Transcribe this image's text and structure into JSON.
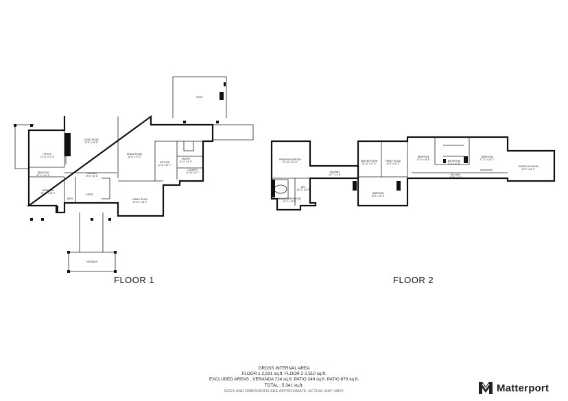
{
  "floors": [
    {
      "title": "FLOOR 1",
      "rooms": [
        {
          "name": "PATIO",
          "dims": ""
        },
        {
          "name": "LIVING ROOM",
          "dims": "22' 6\" x 18' 8\""
        },
        {
          "name": "DINING ROOM",
          "dims": "16' 8\" x 17' 9\""
        },
        {
          "name": "OFFICE",
          "dims": "14' 11\" x 11' 9\""
        },
        {
          "name": "KITCHEN",
          "dims": "12' 8\" x 20' 7\""
        },
        {
          "name": "PANTRY",
          "dims": "8' 11\" x 6' 9\""
        },
        {
          "name": "LAUNDRY",
          "dims": "10' 10\" x 8' 7\""
        },
        {
          "name": "HALLWAY",
          "dims": "29' 5\" x 8' 5\""
        },
        {
          "name": "BEDROOM",
          "dims": "20' 1\" x 10' 4\""
        },
        {
          "name": "BEDROOM",
          "dims": "16' 10\" x 14' 9\""
        },
        {
          "name": "BATH",
          "dims": ""
        },
        {
          "name": "FAMILY ROOM",
          "dims": "20' 10\" x 15' 5\""
        },
        {
          "name": "ENTRY",
          "dims": ""
        },
        {
          "name": "VERANDA",
          "dims": ""
        }
      ]
    },
    {
      "title": "FLOOR 2",
      "rooms": [
        {
          "name": "PRIMARY BEDROOM",
          "dims": "21' 10\" x 17' 8\""
        },
        {
          "name": "HALLWAY",
          "dims": "15' 7\" x 4' 8\""
        },
        {
          "name": "W/C",
          "dims": "16' 11\" x 8' 9\""
        },
        {
          "name": "PRIMARY BATHROOM",
          "dims": "16' 1\" x 12' 8\""
        },
        {
          "name": "SEATING ROOM",
          "dims": "16' 10\" x 17' 5\""
        },
        {
          "name": "FAMILY ROOM",
          "dims": "20' 4\" x 20' 2\""
        },
        {
          "name": "BEDROOM",
          "dims": "14' 9\" x 16' 8\""
        },
        {
          "name": "BEDROOM",
          "dims": "17' 11\" x 14' 7\""
        },
        {
          "name": "BATHROOM",
          "dims": "8' 4\" x 10' 8\""
        },
        {
          "name": "HALLWAY",
          "dims": "29' 8\" x 4' 7\""
        },
        {
          "name": "BEDROOM",
          "dims": "13' 9\" x 16' 6\""
        },
        {
          "name": "OVERFLOW ROOM",
          "dims": "16' 9\" x 24' 3\""
        }
      ]
    }
  ],
  "area_summary": {
    "heading": "GROSS INTERNAL AREA",
    "floors_line": "FLOOR 1 2,831 sq.ft.   FLOOR 2 2,510 sq.ft.",
    "excluded_line": "EXCLUDED AREAS :  VERANDA 724 sq.ft.   PATIO 249 sq.ft.   PATIO 870 sq.ft.",
    "total_line": "TOTAL :   5,341 sq.ft.",
    "disclaimer": "SIZES AND DIMENSIONS ARE APPROXIMATE, ACTUAL MAY VARY."
  },
  "brand": {
    "name": "Matterport",
    "icon": "matterport-logo-icon"
  }
}
